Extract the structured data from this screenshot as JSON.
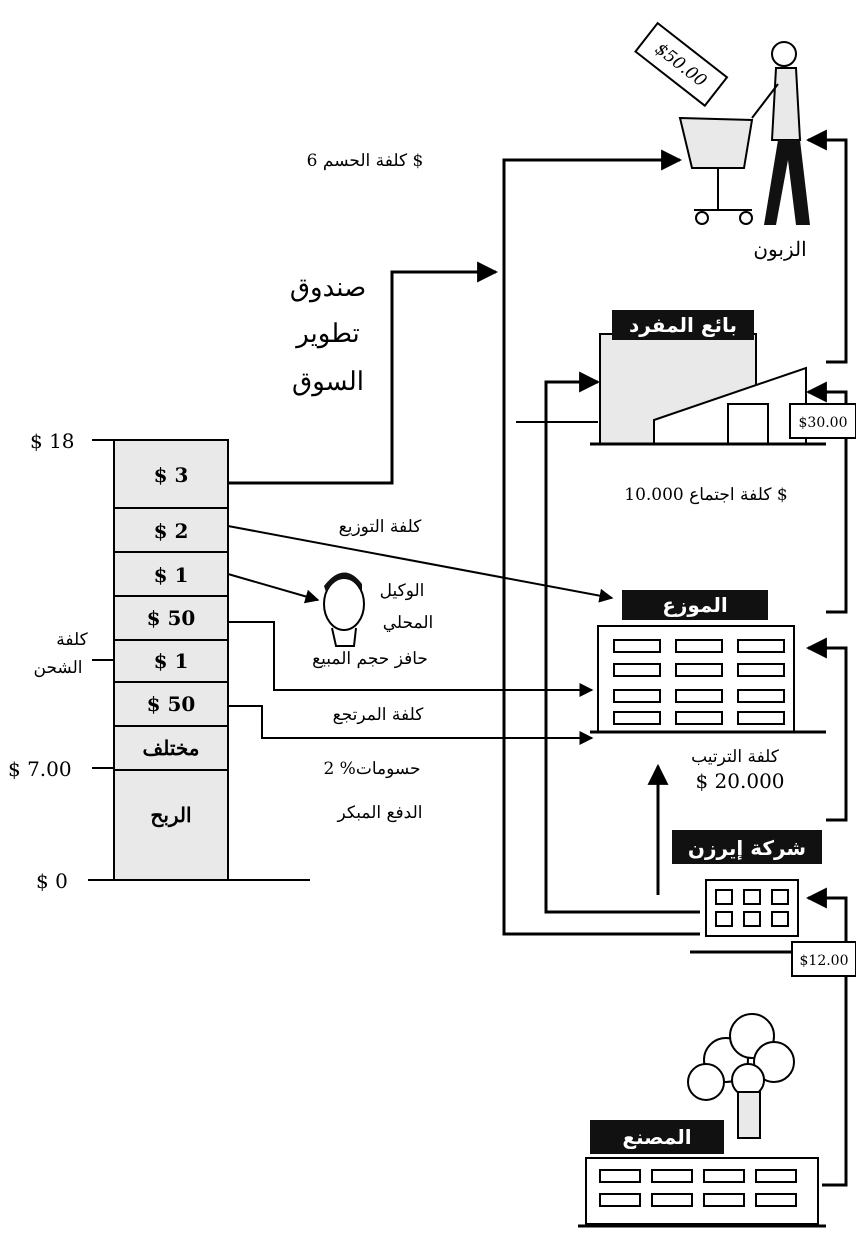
{
  "customer": {
    "tag_price": "$50.00",
    "label": "الزبون"
  },
  "discount_cost": "كلفة الحسم 6 $",
  "market_fund": {
    "line1": "صندوق",
    "line2": "تطوير",
    "line3": "السوق"
  },
  "retailer": {
    "sign": "بائع المفرد",
    "price_tag": "$30.00",
    "meeting_cost": "كلفة اجتماع 10.000 $"
  },
  "distributor": {
    "sign": "الموزع",
    "order_cost_label": "كلفة الترتيب",
    "order_cost_value": "$ 20.000"
  },
  "company": {
    "sign": "شركة إيرزن",
    "price_tag": "$12.00"
  },
  "factory": {
    "sign": "المصنع"
  },
  "distribution_cost": "كلفة التوزيع",
  "local_agent": {
    "line1": "الوكيل",
    "line2": "المحلي",
    "line3": "حافز حجم المبيع"
  },
  "returns_cost": "كلفة المرتجع",
  "discounts": {
    "line1": "2 %حسومات",
    "line2": "الدفع المبكر"
  },
  "shipping_cost": {
    "line1": "كلفة",
    "line2": "الشحن"
  },
  "axis": {
    "top": "$ 18",
    "mid": "$ 7.00",
    "bottom": "$ 0"
  },
  "stack_segments": [
    {
      "label": "$ 3"
    },
    {
      "label": "$ 2"
    },
    {
      "label": "$ 1"
    },
    {
      "label": "$ 50"
    },
    {
      "label": "$ 1"
    },
    {
      "label": "$ 50"
    },
    {
      "label": "مختلف"
    },
    {
      "label": "الربح"
    }
  ]
}
